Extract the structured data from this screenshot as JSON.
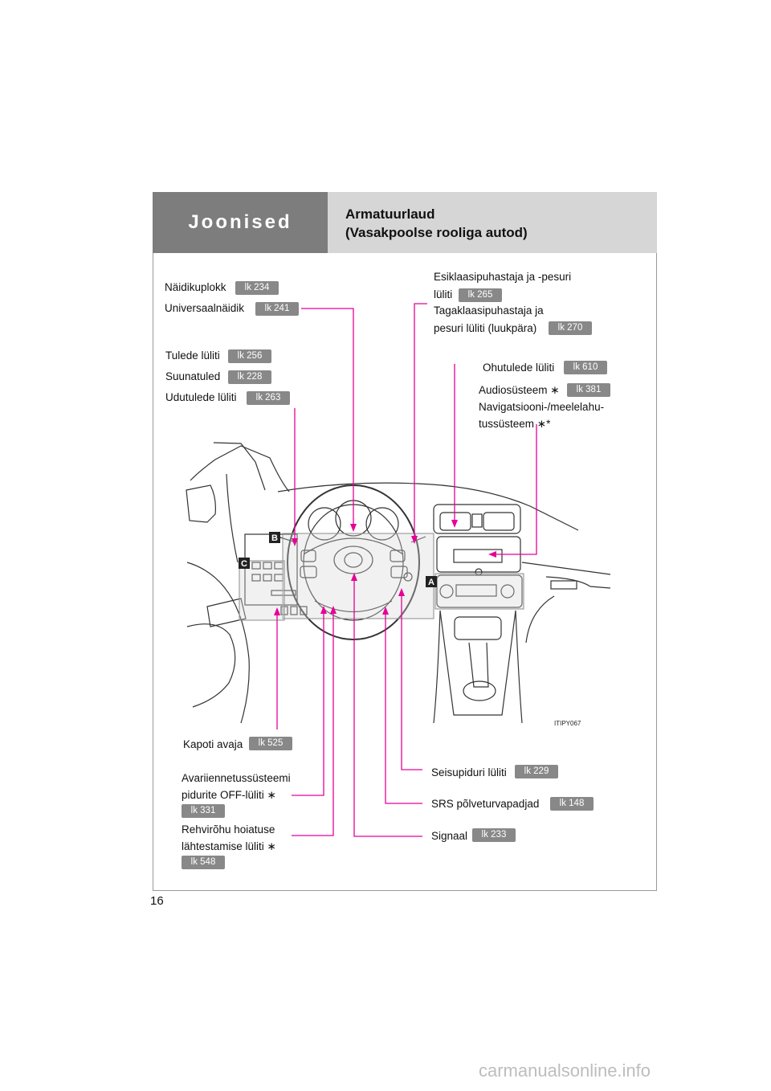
{
  "header": {
    "section": "Joonised",
    "title_line1": "Armatuurlaud",
    "title_line2": "(Vasakpoolse rooliga autod)"
  },
  "page_number": "16",
  "labels": {
    "naidikuplokk": "Näidikuplokk",
    "naidikuplokk_ref": "lk 234",
    "universaal": "Universaalnäidik",
    "universaal_ref": "lk 241",
    "tulede": "Tulede lüliti",
    "tulede_ref": "lk 256",
    "suunatuled": "Suunatuled",
    "suunatuled_ref": "lk 228",
    "udutulede": "Udutulede lüliti",
    "udutulede_ref": "lk 263",
    "esiklaas_1": "Esiklaasipuhastaja ja -pesuri",
    "esiklaas_2": "lüliti",
    "esiklaas_ref": "lk 265",
    "tagaklaas_1": "Tagaklaasipuhastaja ja",
    "tagaklaas_2": "pesuri lüliti (luukpära)",
    "tagaklaas_ref": "lk 270",
    "ohutulede": "Ohutulede lüliti",
    "ohutulede_ref": "lk 610",
    "audio": "Audiosüsteem ∗",
    "audio_ref": "lk 381",
    "navi_1": "Navigatsiooni-/meelelahu-",
    "navi_2": "tussüsteem ∗*",
    "kapoti": "Kapoti avaja",
    "kapoti_ref": "lk 525",
    "avarii_1": "Avariiennetussüsteemi",
    "avarii_2": "pidurite OFF-lüliti ∗",
    "avarii_ref": "lk 331",
    "rehvi_1": "Rehvirõhu hoiatuse",
    "rehvi_2": "lähtestamise lüliti ∗",
    "rehvi_ref": "lk 548",
    "seisupiduri": "Seisupiduri lüliti",
    "seisupiduri_ref": "lk 229",
    "srs": "SRS põlveturvapadjad",
    "srs_ref": "lk 148",
    "signaal": "Signaal",
    "signaal_ref": "lk 233"
  },
  "diagram": {
    "marker_a": "A",
    "marker_b": "B",
    "marker_c": "C",
    "image_code": "ITIPY067"
  },
  "watermark": "carmanualsonline.info",
  "colors": {
    "leader_line": "#e60096",
    "header_dark": "#7d7d7d",
    "header_light": "#d6d6d6",
    "ref_badge": "#888888"
  }
}
